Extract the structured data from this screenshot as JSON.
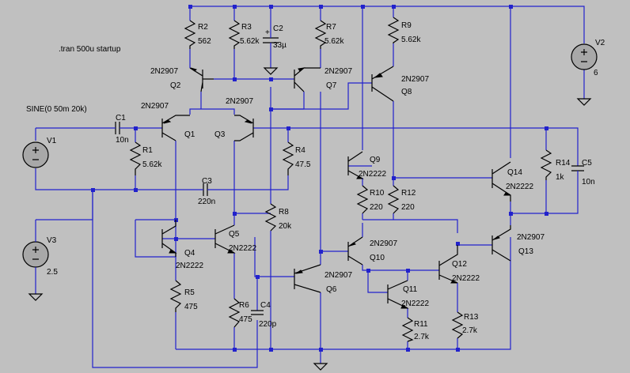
{
  "directive": ".tran 500u startup",
  "labels": {
    "R2": "R2",
    "R2v": "562",
    "R3": "R3",
    "R3v": "5.62k",
    "C2": "C2",
    "C2v": "33µ",
    "R7": "R7",
    "R7v": "5.62k",
    "R9": "R9",
    "R9v": "5.62k",
    "V2": "V2",
    "V2v": "6",
    "Q2t": "2N2907",
    "Q2": "Q2",
    "Q7t": "2N2907",
    "Q7": "Q7",
    "Q8t": "2N2907",
    "Q8": "Q8",
    "Q1t": "2N2907",
    "Q1": "Q1",
    "Q3t": "2N2907",
    "Q3": "Q3",
    "sine": "SINE(0 50m 20k)",
    "C1": "C1",
    "C1v": "10n",
    "V1": "V1",
    "R1": "R1",
    "R1v": "5.62k",
    "R4": "R4",
    "R4v": "47.5",
    "Q9": "Q9",
    "Q9t": "2N2222",
    "Q14": "Q14",
    "Q14t": "2N2222",
    "R14": "R14",
    "R14v": "1k",
    "C5": "C5",
    "C5v": "10n",
    "C3": "C3",
    "C3v": "220n",
    "R10": "R10",
    "R10v": "220",
    "R12": "R12",
    "R12v": "220",
    "R8": "R8",
    "R8v": "20k",
    "Q5": "Q5",
    "Q5t": "2N2222",
    "Q4": "Q4",
    "Q4t": "2N2222",
    "V3": "V3",
    "V3v": "2.5",
    "Q10t": "2N2907",
    "Q10": "Q10",
    "Q13t": "2N2907",
    "Q13": "Q13",
    "Q12": "Q12",
    "Q12t": "2N2222",
    "Q11": "Q11",
    "Q11t": "2N2222",
    "Q6t": "2N2907",
    "Q6": "Q6",
    "R5": "R5",
    "R5v": "475",
    "R6": "R6",
    "R6v": "475",
    "C4": "C4",
    "C4v": "220p",
    "R11": "R11",
    "R11v": "2.7k",
    "R13": "R13",
    "R13v": "2.7k",
    "plus": "+"
  }
}
